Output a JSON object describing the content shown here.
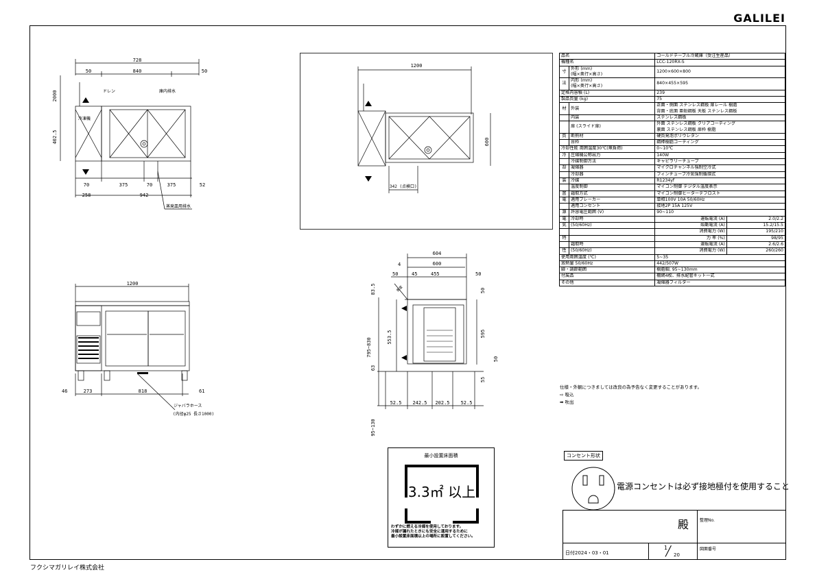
{
  "brand": "GALILEI",
  "company": "フクシマガリレイ株式会社",
  "top_view": {
    "dims": {
      "total": "728",
      "left": "50",
      "mid": "840",
      "right": "50",
      "height_top": "2000",
      "height_side": "402.5",
      "b1": "70",
      "b2": "375",
      "b3": "70",
      "b4": "375",
      "b5": "52",
      "b6": "258",
      "b7": "942"
    },
    "labels": {
      "drain": "ドレン",
      "interior_drain": "庫内排水",
      "freezer": "冷凍機",
      "evap_drain": "蒸発皿用排水"
    }
  },
  "rear_view": {
    "dims": {
      "width": "1200",
      "height": "600",
      "access": "342 (点検口)"
    }
  },
  "front_view": {
    "dims": {
      "width": "1200",
      "d1": "46",
      "d2": "273",
      "d3": "818",
      "d4": "61"
    },
    "labels": {
      "hose": "ジャバラホース",
      "hose_spec": "(内径φ25 長さ1000)"
    }
  },
  "side_view": {
    "dims": {
      "w604": "604",
      "w600": "600",
      "w4": "4",
      "w50a": "50",
      "w45": "45",
      "w455": "455",
      "w50b": "50",
      "h83": "83.5",
      "h795": "795~830",
      "h553": "553.5",
      "h595": "595",
      "h50a": "50",
      "h50b": "50",
      "h63": "63",
      "h55": "55",
      "h95": "95~130",
      "b1": "52.5",
      "b2": "242.5",
      "b3": "202.5",
      "b4": "52.5"
    },
    "labels": {
      "angle": "角度"
    }
  },
  "spec": {
    "rows": [
      {
        "k": "品名",
        "v": "コールドテーブル冷蔵庫（受注生産品）"
      },
      {
        "k": "機種名",
        "v": "LCC-120RX-S"
      },
      {
        "g": "寸",
        "k": "外形 (mm)\n(幅×奥行×高さ)",
        "v": "1200×600×800"
      },
      {
        "g": "法",
        "k": "内形 (mm)\n(幅×奥行×高さ)",
        "v": "840×455×595"
      },
      {
        "k": "定格内容積 (L)",
        "v": "239"
      },
      {
        "k": "製品質量 (kg)",
        "v": "75"
      },
      {
        "g": "材",
        "k": "外装",
        "v": "正面・側面 ステンレス鋼板 扉レール 樹脂\n背面・底面 亜鉛鋼板 天板 ステンレス鋼板"
      },
      {
        "g": "",
        "k": "内装",
        "v": "ステンレス鋼板"
      },
      {
        "g": "",
        "k": "扉 (スライド扉)",
        "v": "外面 ステンレス鋼板 クリアコーティング\n裏面 ステンレス鋼板 扉枠 樹脂"
      },
      {
        "g": "質",
        "k": "断熱材",
        "v": "硬質発泡ポリウレタン"
      },
      {
        "g": "",
        "k": "台枠",
        "v": "鋼棒樹脂コーティング"
      },
      {
        "k": "冷却性能 周囲温度30℃(無負荷)",
        "v": "0~10℃"
      },
      {
        "g": "冷",
        "k": "圧縮機公称出力",
        "v": "140W"
      },
      {
        "g": "",
        "k": "冷媒制御方法",
        "v": "キャピラリーチューブ"
      },
      {
        "g": "却",
        "k": "凝縮器",
        "v": "マイクロチャンネル強制空冷式"
      },
      {
        "g": "",
        "k": "冷却器",
        "v": "フィンチューブ冷気強制循環式"
      },
      {
        "g": "装",
        "k": "冷媒",
        "v": "R1234yf"
      },
      {
        "g": "",
        "k": "温度制御",
        "v": "マイコン制御 デジタル温度表示"
      },
      {
        "g": "置",
        "k": "霜取方式",
        "v": "マイコン制御ヒーターデフロスト"
      },
      {
        "g": "電",
        "k": "適用ブレーカー",
        "v": "単相100V 10A 50/60Hz"
      },
      {
        "g": "",
        "k": "適用コンセント",
        "v": "接地2P 15A 125V"
      },
      {
        "g": "源",
        "k": "許容電圧範囲 (V)",
        "v": "90~110"
      },
      {
        "g": "電",
        "k": "冷却時",
        "s": "運転電流 (A)",
        "v": "2.0/2.2"
      },
      {
        "g": "気",
        "k": "(50/60Hz)",
        "s": "始動電流 (A)",
        "v": "15.2/15.5"
      },
      {
        "g": "",
        "k": "",
        "s": "消費電力 (W)",
        "v": "195/210"
      },
      {
        "g": "特",
        "k": "",
        "s": "力 率 (%)",
        "v": "98/95"
      },
      {
        "g": "",
        "k": "霜取時",
        "s": "運転電流 (A)",
        "v": "2.6/2.6"
      },
      {
        "g": "性",
        "k": "(50/60Hz)",
        "s": "消費電力 (W)",
        "v": "260/260"
      },
      {
        "k": "使用周囲温度 (℃)",
        "v": "5~35"
      },
      {
        "k": "放熱量 50/60Hz",
        "v": "442/507W"
      },
      {
        "k": "脚・調節範囲",
        "v": "樹脂脚, 95~130mm"
      },
      {
        "k": "付属品",
        "v": "棚網4枚、排水配管キット一式"
      },
      {
        "k": "その他",
        "v": "凝縮器フィルター"
      }
    ],
    "note": "仕様・外観につきましては改良の為予告なく変更することがあります。",
    "legend_in": "吸込",
    "legend_out": "吹出"
  },
  "outlet": {
    "label": "コンセント形状",
    "note": "電源コンセントは必ず接地極付を使用すること"
  },
  "min_floor": {
    "title": "最小設置床面積",
    "value": "3.3㎡ 以上",
    "note1": "わずかに燃える冷媒を使用しております。",
    "note2": "冷媒が漏れたときにも安全に運用するために",
    "note3": "最小設置床面積以上の場所に設置してください。"
  },
  "title_block": {
    "dono": "殿",
    "seiri": "整理No.",
    "date": "日付2024・03・01",
    "scale_num": "1",
    "scale_den": "20",
    "zumen": "図面番号"
  }
}
